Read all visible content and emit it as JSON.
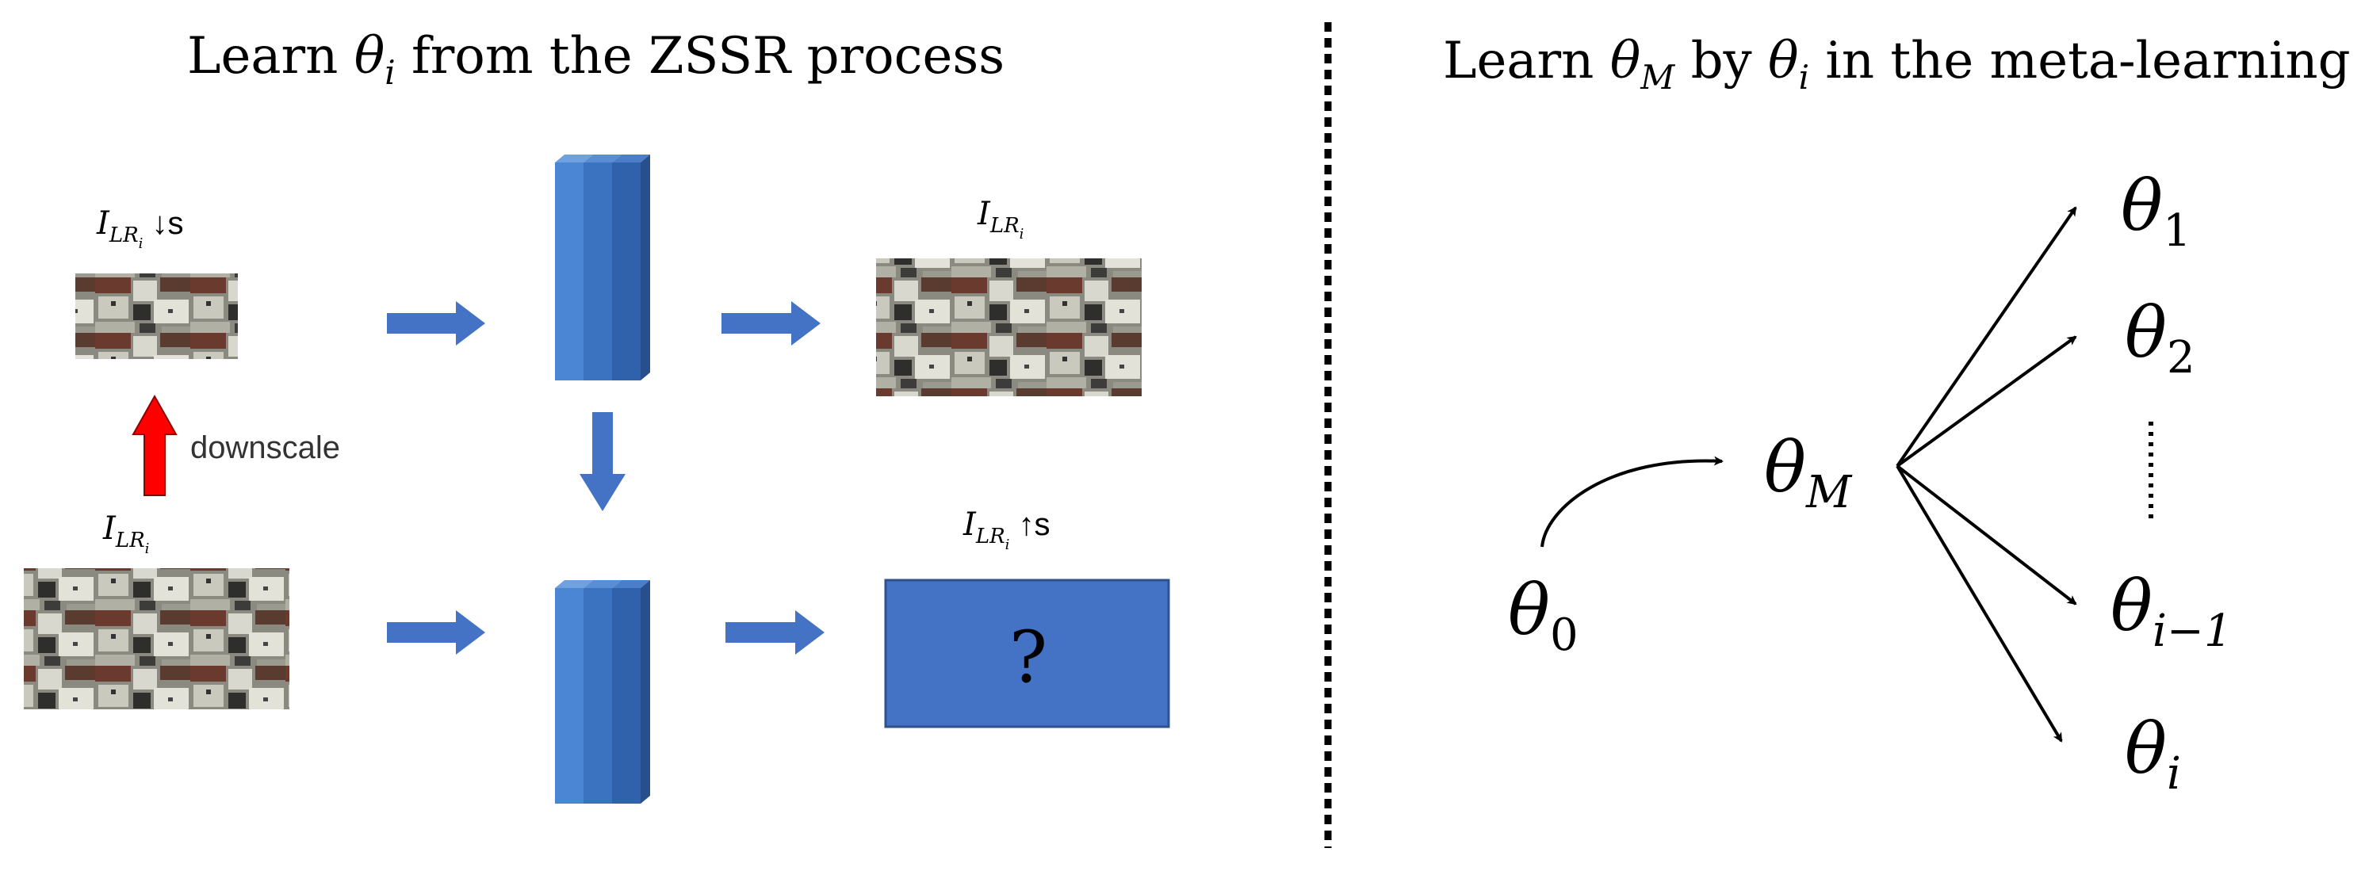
{
  "colors": {
    "arrow_blue": "#4472C4",
    "block_blue": "#3E78C8",
    "block_dark": "#2A5DA6",
    "red_arrow": "#FF0000",
    "divider": "#000000",
    "text": "#000000"
  },
  "left_panel": {
    "title": {
      "pre": "Learn ",
      "sym": "θ",
      "sub": "i",
      "post": " from the ZSSR process"
    },
    "labels": {
      "lr_down": {
        "base": "I",
        "sub": "LR",
        "subsub": "i",
        "suffix": " ↓s"
      },
      "lr_top_right": {
        "base": "I",
        "sub": "LR",
        "subsub": "i",
        "suffix": ""
      },
      "lr_bottom_left": {
        "base": "I",
        "sub": "LR",
        "subsub": "i",
        "suffix": ""
      },
      "lr_up": {
        "base": "I",
        "sub": "LR",
        "subsub": "i",
        "suffix": " ↑s"
      }
    },
    "downscale_label": "downscale",
    "unknown_output": "?"
  },
  "right_panel": {
    "title": {
      "pre": "Learn ",
      "sym1": "θ",
      "sub1": "M",
      "mid": " by ",
      "sym2": "θ",
      "sub2": "i",
      "post": " in the meta-learning"
    },
    "nodes": {
      "theta0": {
        "sym": "θ",
        "sub": "0"
      },
      "thetaM": {
        "sym": "θ",
        "sub": "M"
      },
      "theta1": {
        "sym": "θ",
        "sub": "1"
      },
      "theta2": {
        "sym": "θ",
        "sub": "2"
      },
      "theta_im1": {
        "sym": "θ",
        "sub": "i−1"
      },
      "theta_i": {
        "sym": "θ",
        "sub": "i"
      }
    }
  }
}
